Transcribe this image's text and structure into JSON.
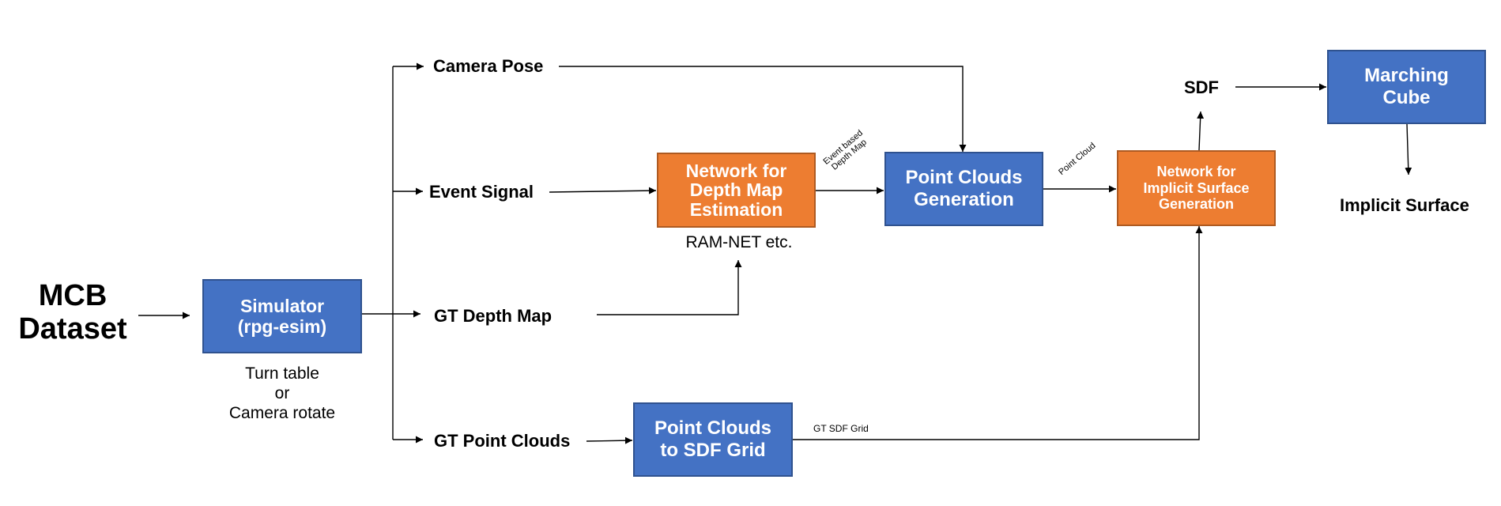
{
  "diagram": {
    "source": "MCB\nDataset",
    "boxes": {
      "simulator": "Simulator\n(rpg-esim)",
      "depth_network": "Network for\nDepth Map\nEstimation",
      "point_clouds_generation": "Point Clouds\nGeneration",
      "implicit_network": "Network for\nImplicit Surface\nGeneration",
      "marching_cube": "Marching\nCube",
      "pc_to_sdf": "Point Clouds\nto SDF Grid"
    },
    "labels": {
      "camera_pose": "Camera Pose",
      "event_signal": "Event Signal",
      "gt_depth_map": "GT Depth Map",
      "gt_point_clouds": "GT Point Clouds",
      "sdf": "SDF",
      "implicit_surface": "Implicit Surface"
    },
    "notes": {
      "simulator_note": "Turn table\nor\nCamera rotate",
      "ramnet_note": "RAM-NET etc."
    },
    "edge_labels": {
      "event_depth": "Event based\nDepth Map",
      "point_cloud": "Point Cloud",
      "gt_sdf_grid": "GT SDF Grid"
    },
    "colors": {
      "blue_box": "#4472c4",
      "orange_box": "#ed7d31",
      "arrow": "#000000"
    }
  }
}
